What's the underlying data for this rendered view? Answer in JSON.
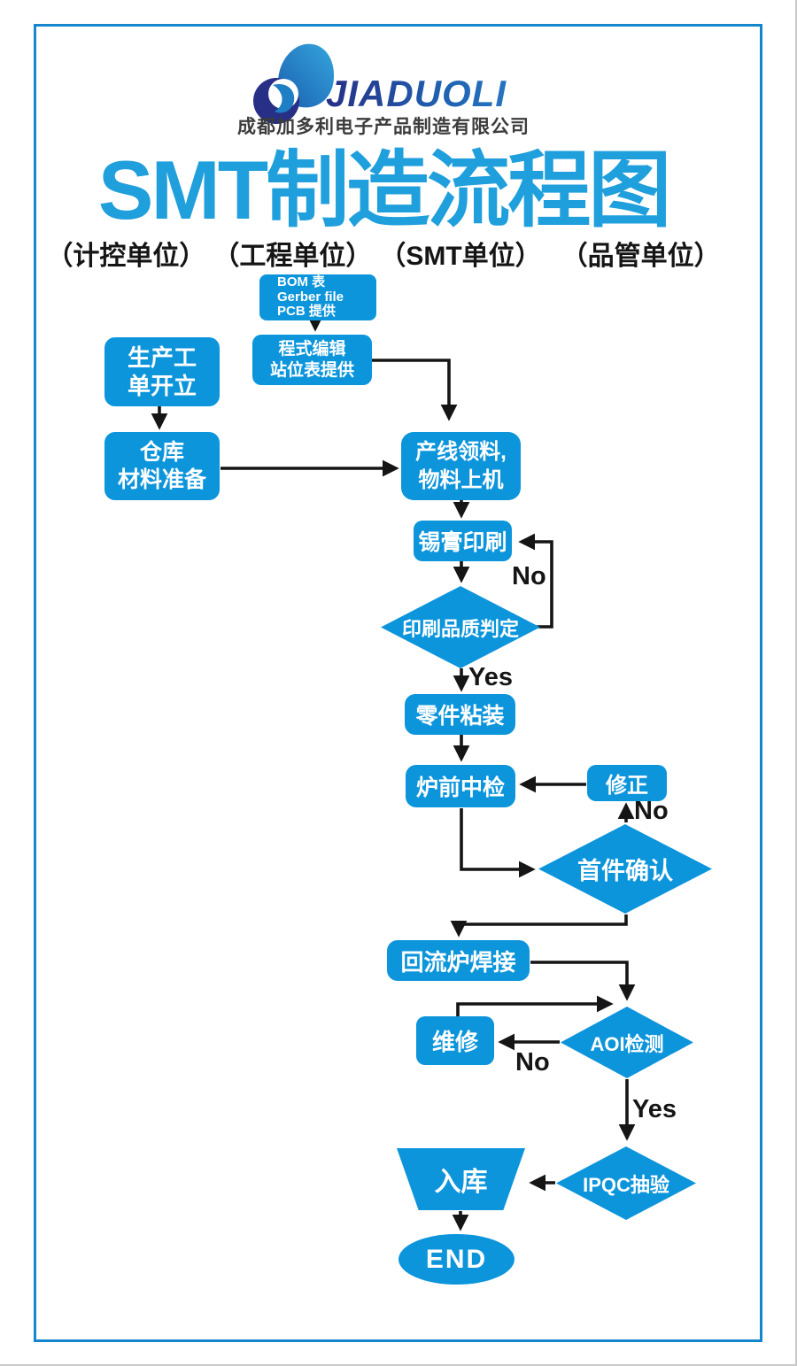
{
  "brand": {
    "logo_text": "JIADUOLI",
    "company_name": "成都加多利电子产品制造有限公司"
  },
  "title": "SMT制造流程图",
  "units": [
    "（计控单位）",
    "（工程单位）",
    "（SMT单位）",
    "（品管单位）"
  ],
  "colors": {
    "node_blue": "#0D95DC",
    "title_blue": "#1F9FDC",
    "frame_blue": "#1386CE",
    "logo_navy": "#272F86",
    "line_black": "#151515"
  },
  "nodes": {
    "bom": {
      "line1": "BOM 表",
      "line2": "Gerber file",
      "line3": "PCB 提供"
    },
    "program": {
      "line1": "程式编辑",
      "line2": "站位表提供"
    },
    "work_order": {
      "line1": "生产工",
      "line2": "单开立"
    },
    "warehouse": {
      "line1": "仓库",
      "line2": "材料准备"
    },
    "line_material": {
      "line1": "产线领料,",
      "line2": "物料上机"
    },
    "solder_print": {
      "label": "锡膏印刷"
    },
    "print_quality": {
      "label": "印刷品质判定"
    },
    "placement": {
      "label": "零件粘装"
    },
    "pre_oven_check": {
      "label": "炉前中检"
    },
    "correction": {
      "label": "修正"
    },
    "first_article": {
      "label": "首件确认"
    },
    "reflow": {
      "label": "回流炉焊接"
    },
    "repair": {
      "label": "维修"
    },
    "aoi": {
      "label": "AOI检测"
    },
    "ipqc": {
      "label": "IPQC抽验"
    },
    "storage": {
      "label": "入库"
    },
    "end": {
      "label": "END"
    }
  },
  "edge_labels": {
    "print_no": "No",
    "print_yes": "Yes",
    "first_article_no": "No",
    "aoi_no": "No",
    "aoi_yes": "Yes"
  }
}
